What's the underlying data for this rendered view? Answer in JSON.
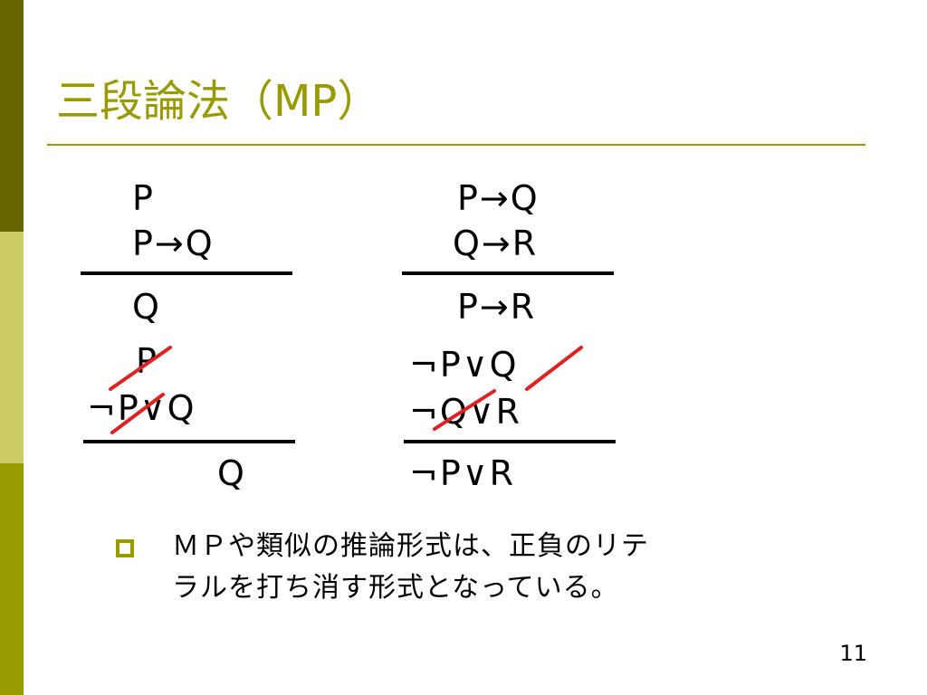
{
  "slide": {
    "title": "三段論法（MP）",
    "page_number": "11"
  },
  "colors": {
    "accent": "#999900",
    "bar_dark": "#666600",
    "bar_light": "#cccc66",
    "strike": "#dd2222"
  },
  "derivations": {
    "left_top": {
      "premise1": "P",
      "premise2": "P→Q",
      "conclusion": "Q"
    },
    "right_top": {
      "premise1": "P→Q",
      "premise2": "Q→R",
      "conclusion": "P→R"
    },
    "left_bottom": {
      "premise1": "P",
      "premise2_neg": "¬",
      "premise2_lit": "P",
      "premise2_rest": "∨Q",
      "conclusion": "Q"
    },
    "right_bottom": {
      "premise1_head": "¬P∨",
      "premise1_lit": "Q",
      "premise2_neg": "¬",
      "premise2_lit": "Q",
      "premise2_rest": "∨R",
      "conclusion": "¬P∨R"
    }
  },
  "bullet": {
    "line1": "ＭＰや類似の推論形式は、正負のリテ",
    "line2": "ラルを打ち消す形式となっている。"
  }
}
